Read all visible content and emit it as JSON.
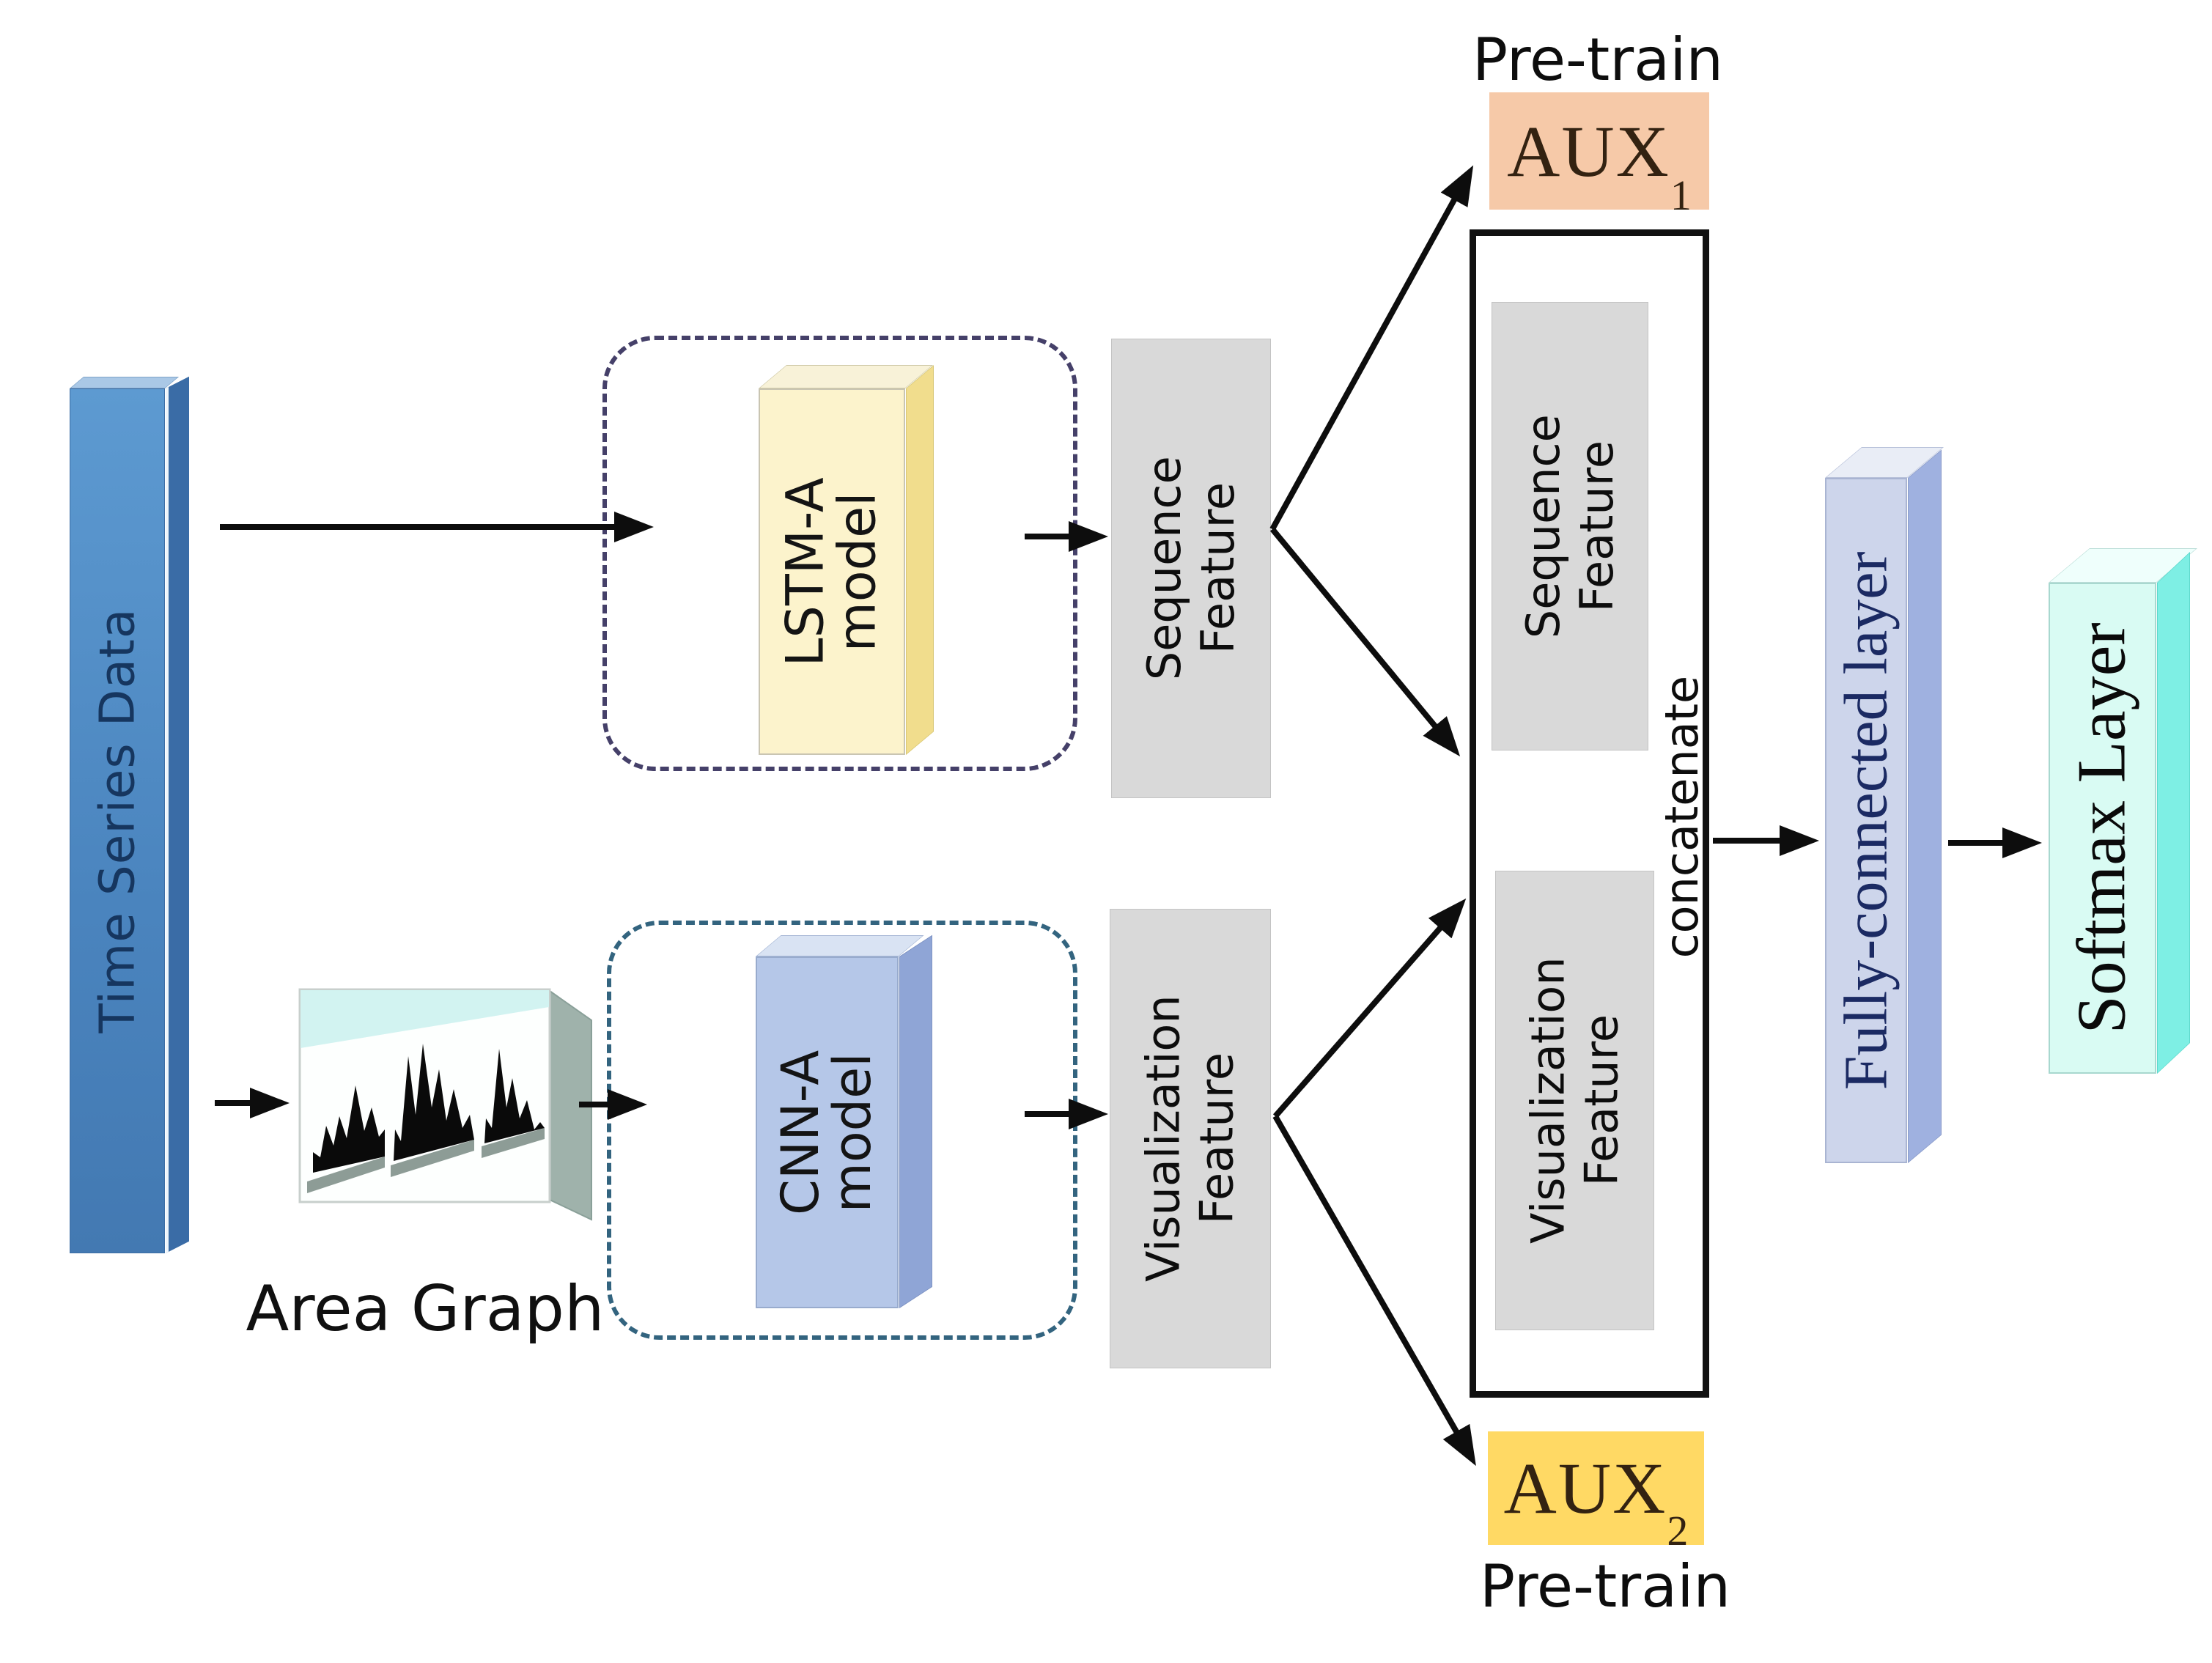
{
  "figure": {
    "type": "architecture-diagram",
    "description": "Dual-branch time series classification model with LSTM-A and CNN-A branches, feature concatenation, auxiliary pre-train outputs and softmax classifier"
  },
  "nodes": {
    "time_series": {
      "label": "Time Series Data"
    },
    "area_graph": {
      "label": "Area Graph",
      "icon": "area-graph-thumbnail"
    },
    "lstm": {
      "line1": "LSTM-A",
      "line2": "model"
    },
    "cnn": {
      "line1": "CNN-A",
      "line2": "model"
    },
    "seq_feature": {
      "line1": "Sequence",
      "line2": "Feature"
    },
    "vis_feature": {
      "line1": "Visualization",
      "line2": "Feature"
    },
    "concat": {
      "label": "concatenate"
    },
    "aux1": {
      "base": "AUX",
      "sub": "1"
    },
    "aux2": {
      "base": "AUX",
      "sub": "2"
    },
    "fc": {
      "label": "Fully-connected layer"
    },
    "softmax": {
      "label": "Softmax Layer"
    }
  },
  "labels": {
    "pretrain_top": "Pre-train",
    "pretrain_bottom": "Pre-train"
  },
  "colors": {
    "time_series_bar": "#4a84be",
    "lstm_box": "#fcf3cc",
    "cnn_box": "#b5c7e8",
    "feature_box": "#d9d9d9",
    "aux1_box": "#f6c9a8",
    "aux2_box": "#ffd964",
    "fc_bar": "#cdd5eb",
    "softmax_bar": "#d9fbf3",
    "dashed_lstm_border": "#454069",
    "dashed_cnn_border": "#33647f",
    "concat_border": "#111111",
    "arrow": "#0d0d0d"
  }
}
